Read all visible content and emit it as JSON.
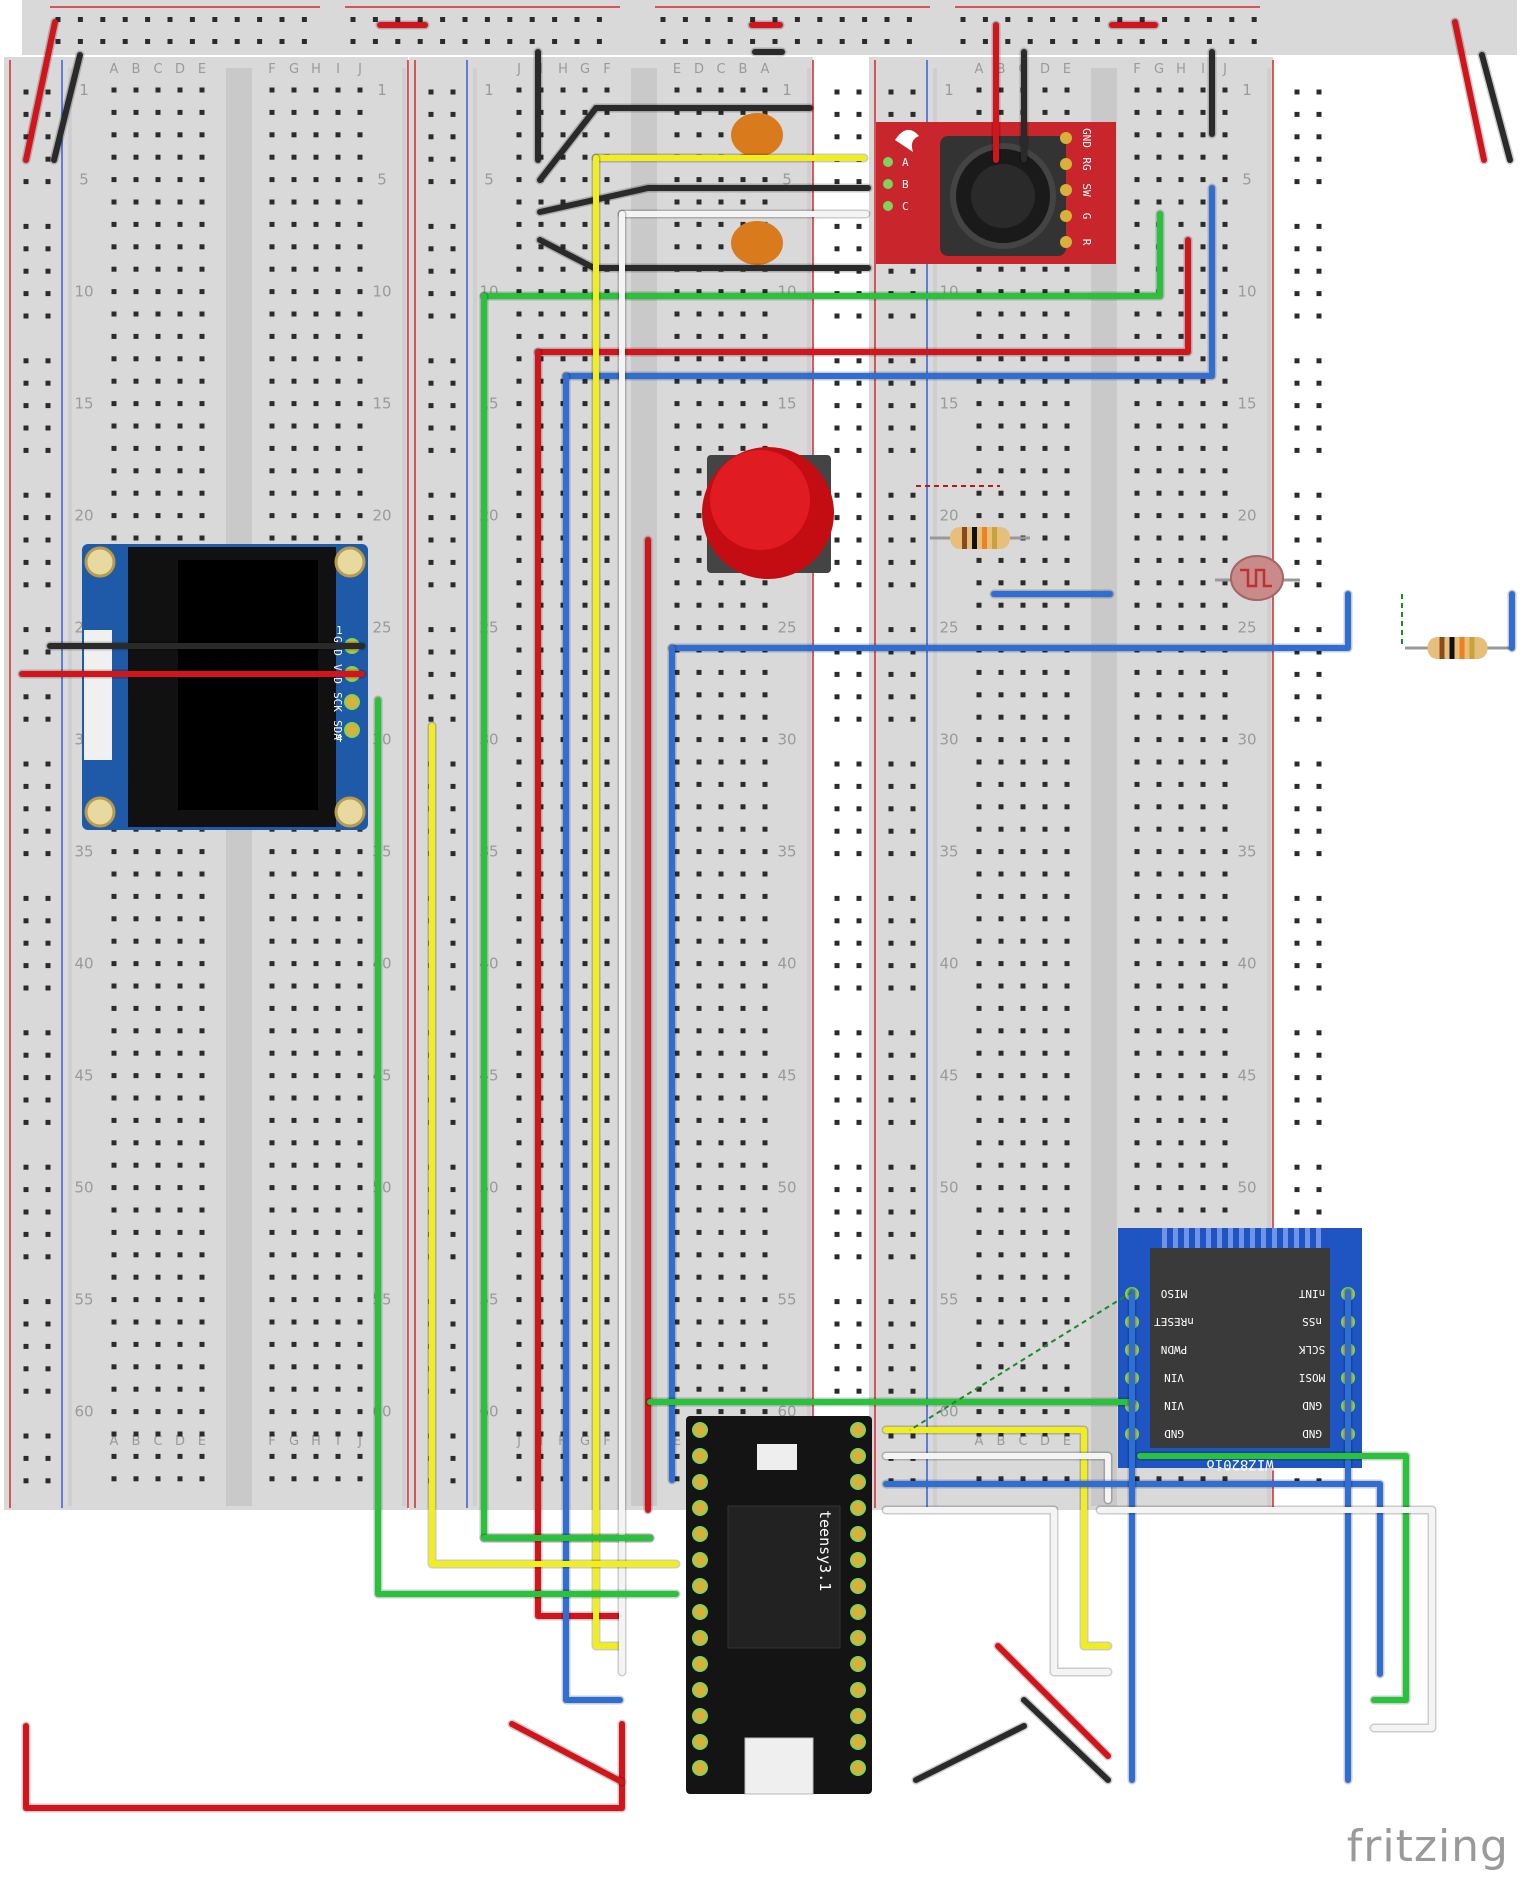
{
  "brand": "fritzing",
  "colors": {
    "board": "#d9d9d9",
    "rail_red": "#d3282f",
    "rail_blue": "#3b5fd6",
    "hole": "#2b2b2b",
    "hole_green": "#7fd35a",
    "wire_red": "#d3141b",
    "wire_black": "#2a2a2a",
    "wire_yellow": "#f2ee18",
    "wire_white": "#f4f4f4",
    "wire_green": "#27c43a",
    "wire_blue": "#2f6ed4"
  },
  "breadboards": [
    {
      "column_letters": [
        "A",
        "B",
        "C",
        "D",
        "E",
        "F",
        "G",
        "H",
        "I",
        "J"
      ],
      "row_numbers": [
        "1",
        "5",
        "10",
        "15",
        "20",
        "25",
        "30",
        "35",
        "40",
        "45",
        "50",
        "55",
        "60"
      ]
    },
    {
      "column_letters": [
        "J",
        "I",
        "H",
        "G",
        "F",
        "E",
        "D",
        "C",
        "B",
        "A"
      ],
      "row_numbers": [
        "1",
        "5",
        "10",
        "15",
        "20",
        "25",
        "30",
        "35",
        "40",
        "45",
        "50",
        "55",
        "60"
      ]
    },
    {
      "column_letters": [
        "A",
        "B",
        "C",
        "D",
        "E",
        "F",
        "G",
        "H",
        "I",
        "J"
      ],
      "row_numbers": [
        "1",
        "5",
        "10",
        "15",
        "20",
        "25",
        "30",
        "35",
        "40",
        "45",
        "50",
        "55",
        "60"
      ]
    }
  ],
  "components": {
    "oled": {
      "pins": [
        "GND",
        "VDD",
        "SCK",
        "SDA"
      ],
      "pin_first": "1",
      "pin_last": "4"
    },
    "joystick": {
      "pins": [
        "GND",
        "RG",
        "SW",
        "G",
        "R"
      ],
      "side_pins": [
        "A",
        "B",
        "C"
      ]
    },
    "teensy": {
      "label": "teensy3.1"
    },
    "wiz": {
      "label": "WIZ820io",
      "left_pins": [
        "MISO",
        "nRESET",
        "PWDN",
        "VIN",
        "VIN",
        "GND"
      ],
      "right_pins": [
        "nINT",
        "nSS",
        "SCLK",
        "MOSI",
        "GND",
        "GND"
      ]
    },
    "button": {
      "name": "pushbutton"
    },
    "resistors": 2,
    "photocell": 1,
    "capacitors": 2
  }
}
